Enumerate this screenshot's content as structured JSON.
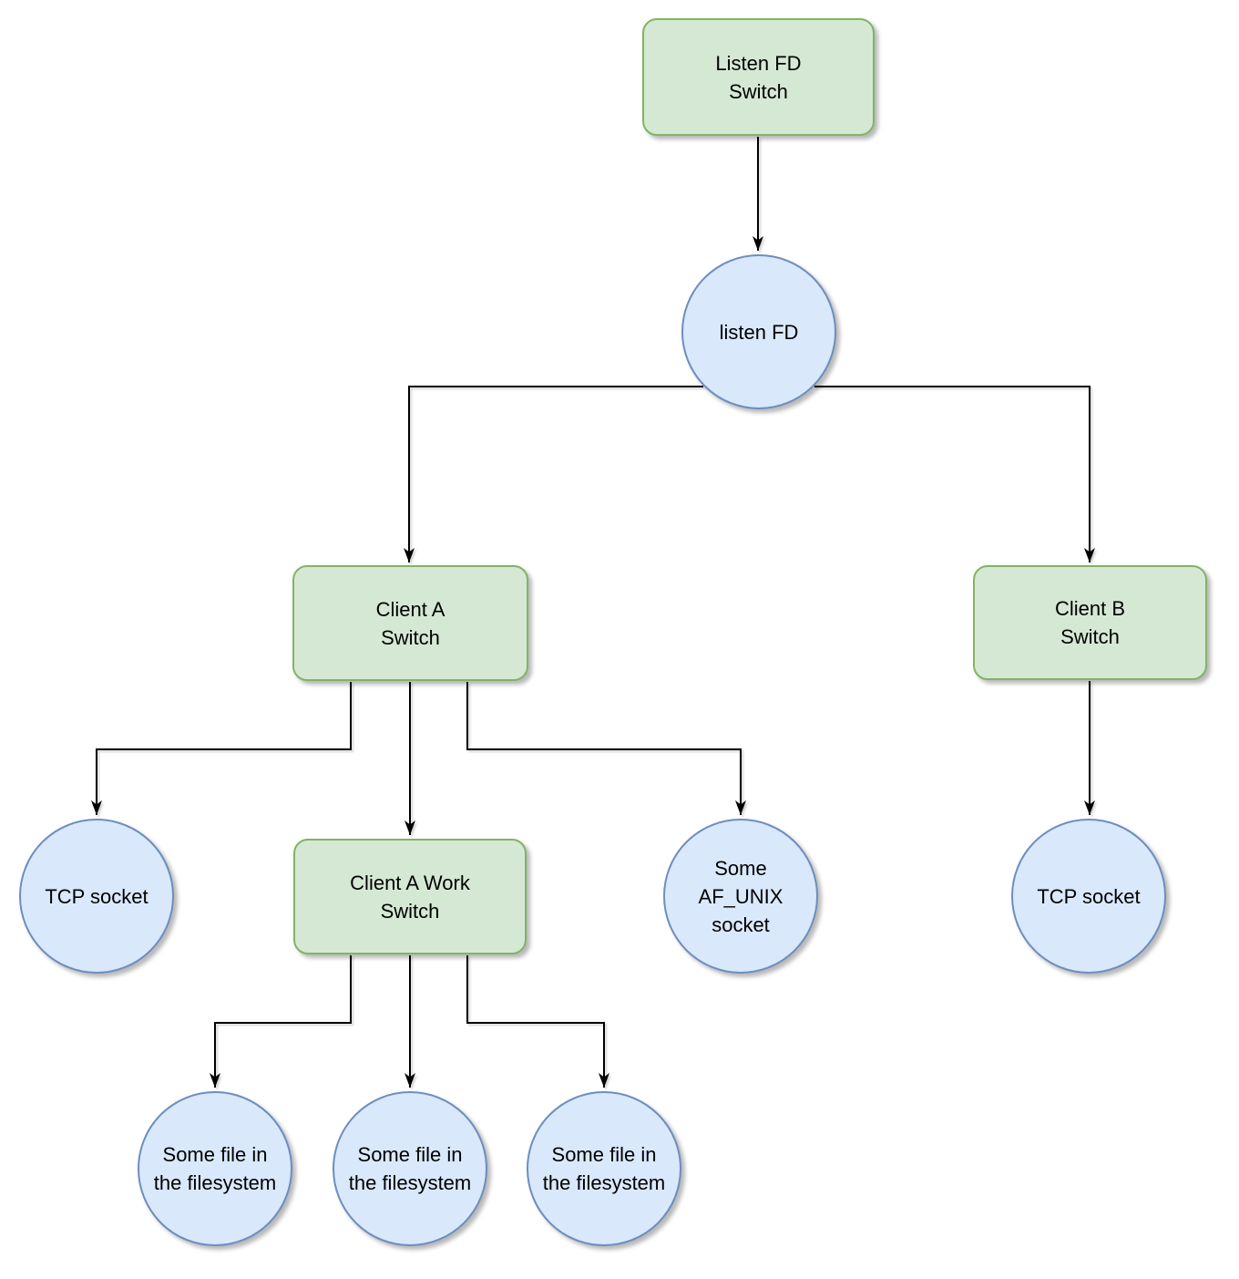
{
  "diagram": {
    "colors": {
      "box_fill": "#d5e8d4",
      "box_border": "#82b366",
      "circle_fill": "#dae8fc",
      "circle_border": "#6c8ebf",
      "connector": "#000000",
      "text": "#000000",
      "background": "#ffffff"
    },
    "nodes": {
      "listen_fd_switch": {
        "shape": "box",
        "lines": [
          "Listen FD",
          "Switch"
        ]
      },
      "listen_fd": {
        "shape": "circle",
        "lines": [
          "listen FD"
        ]
      },
      "client_a_switch": {
        "shape": "box",
        "lines": [
          "Client A",
          "Switch"
        ]
      },
      "client_b_switch": {
        "shape": "box",
        "lines": [
          "Client B",
          "Switch"
        ]
      },
      "tcp_socket_a": {
        "shape": "circle",
        "lines": [
          "TCP socket"
        ]
      },
      "client_a_work_switch": {
        "shape": "box",
        "lines": [
          "Client A Work",
          "Switch"
        ]
      },
      "af_unix_socket": {
        "shape": "circle",
        "lines": [
          "Some",
          "AF_UNIX",
          "socket"
        ]
      },
      "tcp_socket_b": {
        "shape": "circle",
        "lines": [
          "TCP socket"
        ]
      },
      "file_1": {
        "shape": "circle",
        "lines": [
          "Some file in",
          "the filesystem"
        ]
      },
      "file_2": {
        "shape": "circle",
        "lines": [
          "Some file in",
          "the filesystem"
        ]
      },
      "file_3": {
        "shape": "circle",
        "lines": [
          "Some file in",
          "the filesystem"
        ]
      }
    },
    "edges": [
      {
        "from": "listen_fd_switch",
        "to": "listen_fd"
      },
      {
        "from": "listen_fd",
        "to": "client_a_switch"
      },
      {
        "from": "listen_fd",
        "to": "client_b_switch"
      },
      {
        "from": "client_a_switch",
        "to": "tcp_socket_a"
      },
      {
        "from": "client_a_switch",
        "to": "client_a_work_switch"
      },
      {
        "from": "client_a_switch",
        "to": "af_unix_socket"
      },
      {
        "from": "client_b_switch",
        "to": "tcp_socket_b"
      },
      {
        "from": "client_a_work_switch",
        "to": "file_1"
      },
      {
        "from": "client_a_work_switch",
        "to": "file_2"
      },
      {
        "from": "client_a_work_switch",
        "to": "file_3"
      }
    ]
  }
}
